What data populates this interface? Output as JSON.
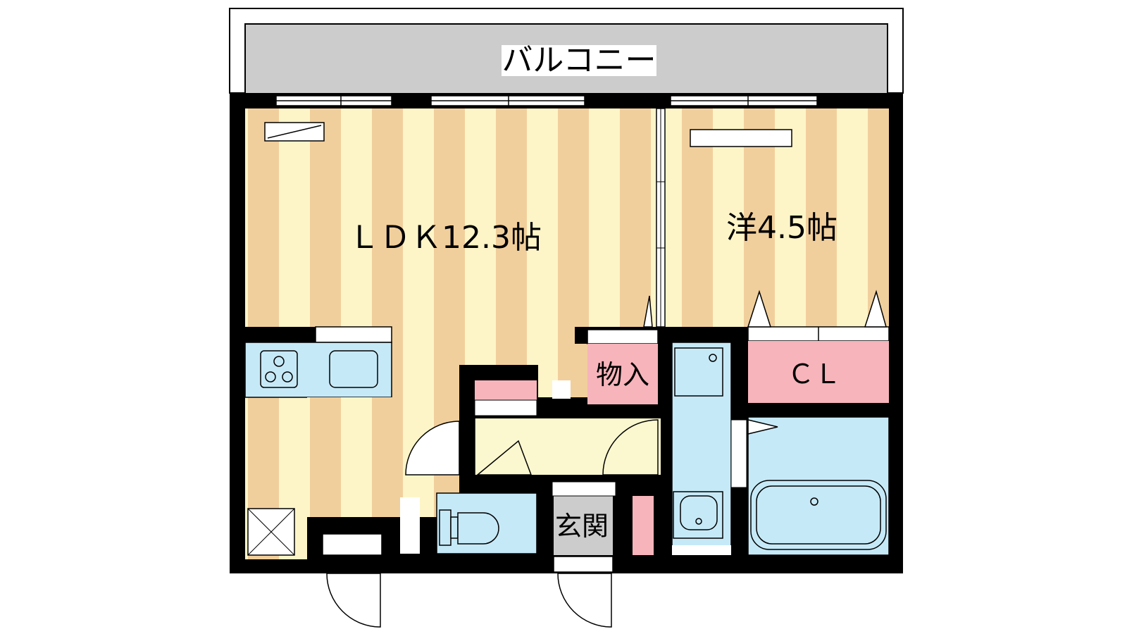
{
  "labels": {
    "balcony": "バルコニー",
    "ldk": "ＬＤＫ12.3帖",
    "western_room": "洋4.5帖",
    "storage": "物入",
    "closet": "ＣＬ",
    "entrance": "玄関"
  },
  "colors": {
    "wall": "#000000",
    "balcony_fill": "#cccccc",
    "floor_stripe_a": "#f1cf9c",
    "floor_stripe_b": "#fdf5c8",
    "wet_area": "#c6e9f7",
    "storage_pink": "#f7b4bb",
    "hallway": "#fbf7cf",
    "entrance_floor": "#cccccc"
  }
}
